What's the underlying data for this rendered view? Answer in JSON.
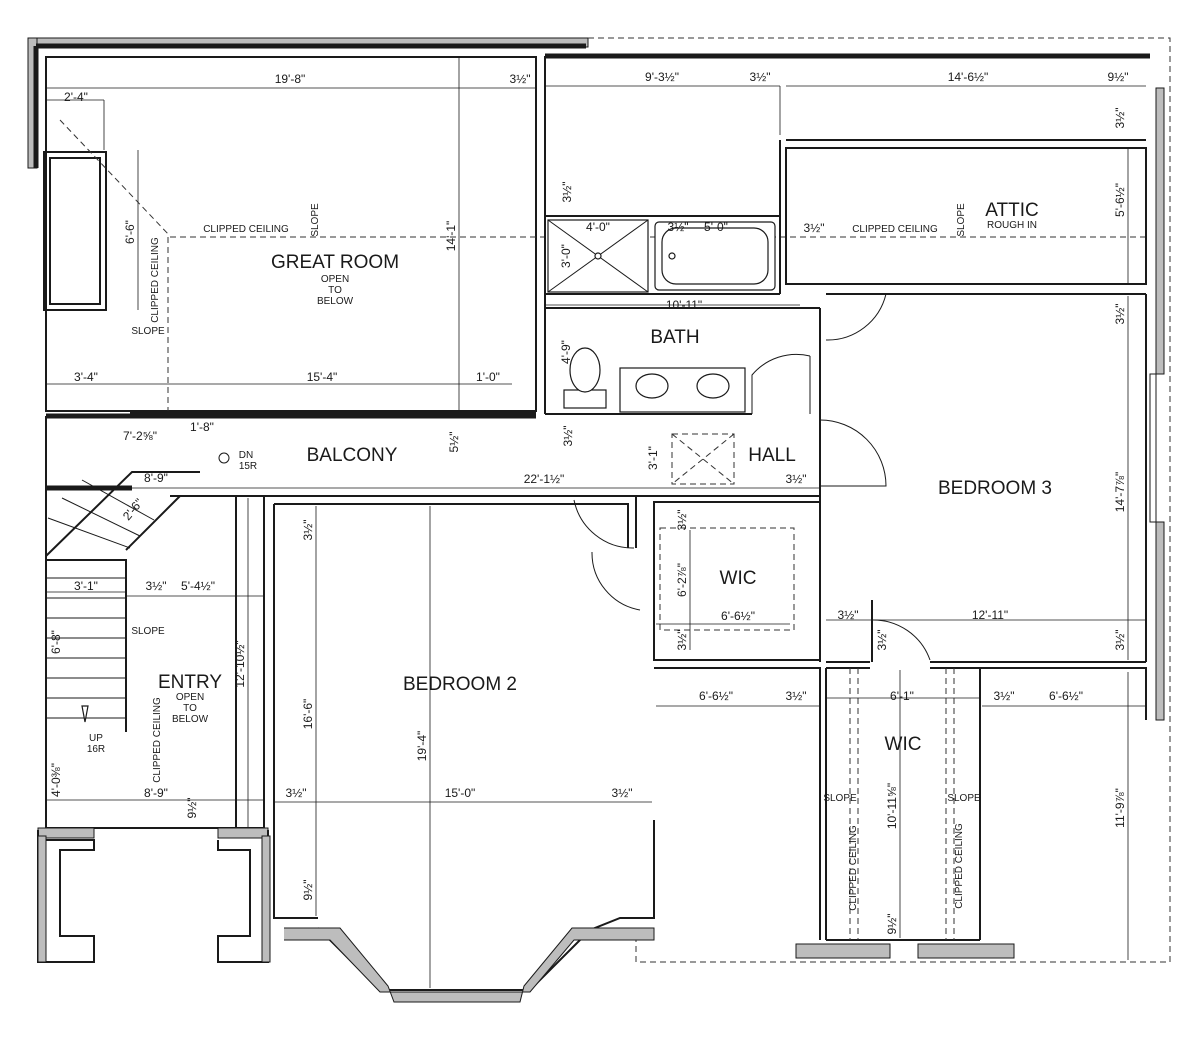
{
  "rooms": {
    "great_room": {
      "name": "GREAT ROOM",
      "note1": "OPEN",
      "note2": "TO",
      "note3": "BELOW"
    },
    "attic": {
      "name": "ATTIC",
      "note": "ROUGH IN"
    },
    "bath": {
      "name": "BATH"
    },
    "balcony": {
      "name": "BALCONY"
    },
    "hall": {
      "name": "HALL"
    },
    "bedroom3": {
      "name": "BEDROOM 3"
    },
    "wic1": {
      "name": "WIC"
    },
    "wic2": {
      "name": "WIC"
    },
    "entry": {
      "name": "ENTRY",
      "note1": "OPEN",
      "note2": "TO",
      "note3": "BELOW"
    },
    "bedroom2": {
      "name": "BEDROOM 2"
    }
  },
  "labels": {
    "clipped_ceiling": "CLIPPED CEILING",
    "slope": "SLOPE",
    "stair_down": "DN",
    "stair_down_risers": "15R",
    "stair_up": "UP",
    "stair_up_risers": "16R"
  },
  "dimensions": {
    "gr_width": "19'-8\"",
    "gr_wall": "3½\"",
    "gr_left": "2'-4\"",
    "gr_window": "6'-6\"",
    "gr_height": "14'-1\"",
    "gr_bottom_left": "3'-4\"",
    "gr_bottom_mid": "15'-4\"",
    "gr_bottom_right": "1'-0\"",
    "bath_top": "9'-3½\"",
    "bath_top_wall": "3½\"",
    "attic_width": "14'-6½\"",
    "attic_right": "9½\"",
    "attic_wall_top": "3½\"",
    "attic_height": "5'-6½\"",
    "attic_wall_left": "3½\"",
    "bath_wall_left": "3½\"",
    "shower_w": "4'-0\"",
    "shower_h": "3'-0\"",
    "tub_wall": "3½\"",
    "tub_w": "5'-0\"",
    "bath_w": "10'-11\"",
    "toilet_h": "4'-9\"",
    "bed3_wall_top": "3½\"",
    "balc_wall": "5½\"",
    "bath_wall_bot": "3½\"",
    "stair_w": "7'-2⅝\"",
    "stair_top": "1'-8\"",
    "balc_left": "8'-9\"",
    "balc_w": "22'-1½\"",
    "hall_wall": "3½\"",
    "hall_h": "3'-1\"",
    "stair_diag": "2'-6\"",
    "bed2_wall_top": "3½\"",
    "wic1_wall": "3½\"",
    "wic1_h": "6'-2⅞\"",
    "wic1_w": "6'-6½\"",
    "wic1_wall_bot": "3½\"",
    "bed3_h": "14'-7⅞\"",
    "bed3_wall_l": "3½\"",
    "bed3_w": "12'-11\"",
    "bed3_wall_b": "3½\"",
    "wic2_wall": "3½\"",
    "stair_lower_w": "3'-1\"",
    "entry_wall": "3½\"",
    "entry_w": "5'-4½\"",
    "stair_h": "6'-8\"",
    "entry_h": "12'-10½\"",
    "bed2_h": "16'-6\"",
    "bed2_total_h": "19'-4\"",
    "wic2_left_w": "6'-6½\"",
    "wic2_left_wall": "3½\"",
    "wic2_w": "6'-1\"",
    "wic2_right_wall": "3½\"",
    "wic2_right_w": "6'-6½\"",
    "entry_bottom": "4'-0⅜\"",
    "entry_bottom_w": "8'-9\"",
    "entry_bottom_wall": "9½\"",
    "bed2_bot_wall_l": "3½\"",
    "bed2_w": "15'-0\"",
    "bed2_bot_wall_r": "3½\"",
    "wic2_h": "10'-11⅝\"",
    "bay_wall": "9½\"",
    "wic2_bot_wall": "9½\"",
    "right_h": "11'-9⅞\""
  }
}
